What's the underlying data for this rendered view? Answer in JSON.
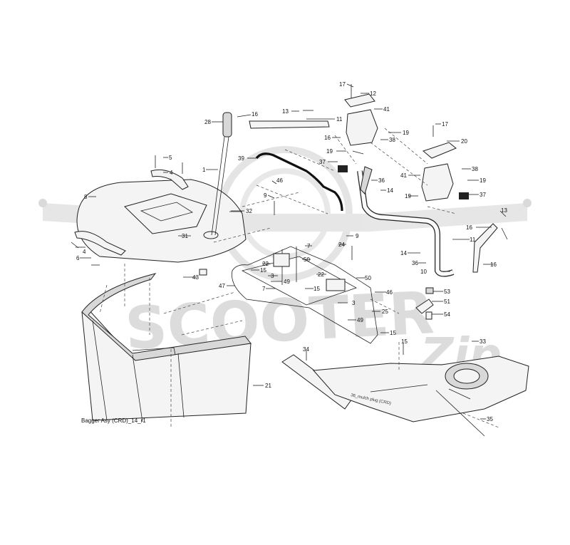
{
  "watermark": {
    "brand": "SCOOTER",
    "script": "Zip"
  },
  "caption": "Bagger Asy (CRD)_14_r1",
  "sub_caption": "36_mulch plug (CRD)",
  "callouts": [
    {
      "id": "c17a",
      "text": "17"
    },
    {
      "id": "c12",
      "text": "12"
    },
    {
      "id": "c13a",
      "text": "13"
    },
    {
      "id": "c41a",
      "text": "41"
    },
    {
      "id": "c16a",
      "text": "16"
    },
    {
      "id": "c11a",
      "text": "11"
    },
    {
      "id": "c28",
      "text": "28"
    },
    {
      "id": "c16b",
      "text": "16"
    },
    {
      "id": "c19a",
      "text": "19"
    },
    {
      "id": "c38a",
      "text": "38"
    },
    {
      "id": "c17b",
      "text": "17"
    },
    {
      "id": "c20",
      "text": "20"
    },
    {
      "id": "c19b",
      "text": "19"
    },
    {
      "id": "c5",
      "text": "5"
    },
    {
      "id": "c39",
      "text": "39"
    },
    {
      "id": "c37a",
      "text": "37"
    },
    {
      "id": "c38b",
      "text": "38"
    },
    {
      "id": "c4a",
      "text": "4"
    },
    {
      "id": "c1",
      "text": "1"
    },
    {
      "id": "c41b",
      "text": "41"
    },
    {
      "id": "c19c",
      "text": "19"
    },
    {
      "id": "c36a",
      "text": "36"
    },
    {
      "id": "c46a",
      "text": "46"
    },
    {
      "id": "c8",
      "text": "8"
    },
    {
      "id": "c9a",
      "text": "9"
    },
    {
      "id": "c14a",
      "text": "14"
    },
    {
      "id": "c19d",
      "text": "19"
    },
    {
      "id": "c37b",
      "text": "37"
    },
    {
      "id": "c32",
      "text": "32"
    },
    {
      "id": "c13b",
      "text": "13"
    },
    {
      "id": "c31",
      "text": "31"
    },
    {
      "id": "c16c",
      "text": "16"
    },
    {
      "id": "c9b",
      "text": "9"
    },
    {
      "id": "c4b",
      "text": "4"
    },
    {
      "id": "c11b",
      "text": "11"
    },
    {
      "id": "c7a",
      "text": "7"
    },
    {
      "id": "c24",
      "text": "24"
    },
    {
      "id": "c14b",
      "text": "14"
    },
    {
      "id": "c6",
      "text": "6"
    },
    {
      "id": "c22a",
      "text": "22"
    },
    {
      "id": "c50a",
      "text": "50"
    },
    {
      "id": "c36b",
      "text": "36"
    },
    {
      "id": "c16d",
      "text": "16"
    },
    {
      "id": "c15a",
      "text": "15"
    },
    {
      "id": "c3a",
      "text": "3"
    },
    {
      "id": "c10",
      "text": "10"
    },
    {
      "id": "c43",
      "text": "43"
    },
    {
      "id": "c22b",
      "text": "22"
    },
    {
      "id": "c50b",
      "text": "50"
    },
    {
      "id": "c47",
      "text": "47"
    },
    {
      "id": "c49a",
      "text": "49"
    },
    {
      "id": "c7b",
      "text": "7"
    },
    {
      "id": "c15b",
      "text": "15"
    },
    {
      "id": "c46b",
      "text": "46"
    },
    {
      "id": "c53",
      "text": "53"
    },
    {
      "id": "c3b",
      "text": "3"
    },
    {
      "id": "c51",
      "text": "51"
    },
    {
      "id": "c25",
      "text": "25"
    },
    {
      "id": "c54",
      "text": "54"
    },
    {
      "id": "c49b",
      "text": "49"
    },
    {
      "id": "c15c",
      "text": "15"
    },
    {
      "id": "c33",
      "text": "33"
    },
    {
      "id": "c34",
      "text": "34"
    },
    {
      "id": "c15d",
      "text": "15"
    },
    {
      "id": "c21",
      "text": "21"
    },
    {
      "id": "c35",
      "text": "35"
    }
  ]
}
